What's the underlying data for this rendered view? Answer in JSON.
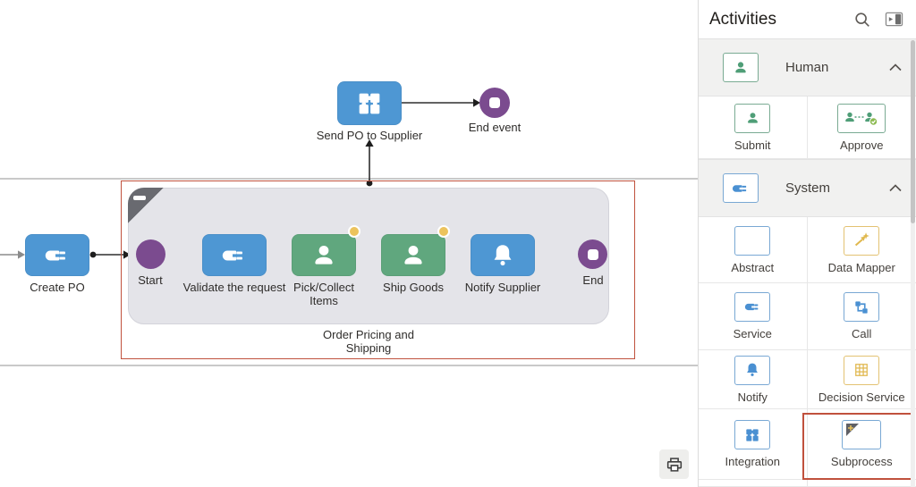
{
  "colors": {
    "task_blue": "#4e97d3",
    "task_green": "#60a77e",
    "event_purple": "#7b4b8f",
    "badge_yellow": "#ecc35d",
    "selection_red": "#c0513d",
    "palette_green": "#4f9e77",
    "palette_blue": "#4a90d2",
    "palette_yellow": "#e0b84e"
  },
  "canvas": {
    "nodes": {
      "create_po": "Create PO",
      "start": "Start",
      "validate": "Validate the request",
      "pick_collect": "Pick/Collect Items",
      "ship_goods": "Ship Goods",
      "notify_supplier": "Notify Supplier",
      "end": "End",
      "subprocess": "Order Pricing and Shipping",
      "send_po": "Send PO to Supplier",
      "end_event": "End event"
    },
    "icons": [
      "plug-icon",
      "person-icon",
      "bell-icon",
      "puzzle-icon",
      "start-event-icon",
      "end-event-icon",
      "collapse-minus-icon",
      "status-dot-badge",
      "print-icon"
    ]
  },
  "palette": {
    "title": "Activities",
    "header_icons": [
      "search-icon",
      "collapse-panel-icon"
    ],
    "sections": [
      {
        "label": "Human",
        "icon": "person-icon",
        "items": [
          {
            "label": "Submit",
            "icon": "person-icon"
          },
          {
            "label": "Approve",
            "icon": "approve-icon"
          }
        ]
      },
      {
        "label": "System",
        "icon": "plug-icon",
        "items": [
          {
            "label": "Abstract",
            "icon": "abstract-rect-icon"
          },
          {
            "label": "Data Mapper",
            "icon": "data-mapper-icon"
          },
          {
            "label": "Service",
            "icon": "plug-icon"
          },
          {
            "label": "Call",
            "icon": "call-icon"
          },
          {
            "label": "Notify",
            "icon": "bell-icon"
          },
          {
            "label": "Decision Service",
            "icon": "decision-grid-icon"
          },
          {
            "label": "Integration",
            "icon": "puzzle-icon"
          },
          {
            "label": "Subprocess",
            "icon": "subprocess-icon",
            "highlighted": true
          }
        ]
      }
    ]
  }
}
